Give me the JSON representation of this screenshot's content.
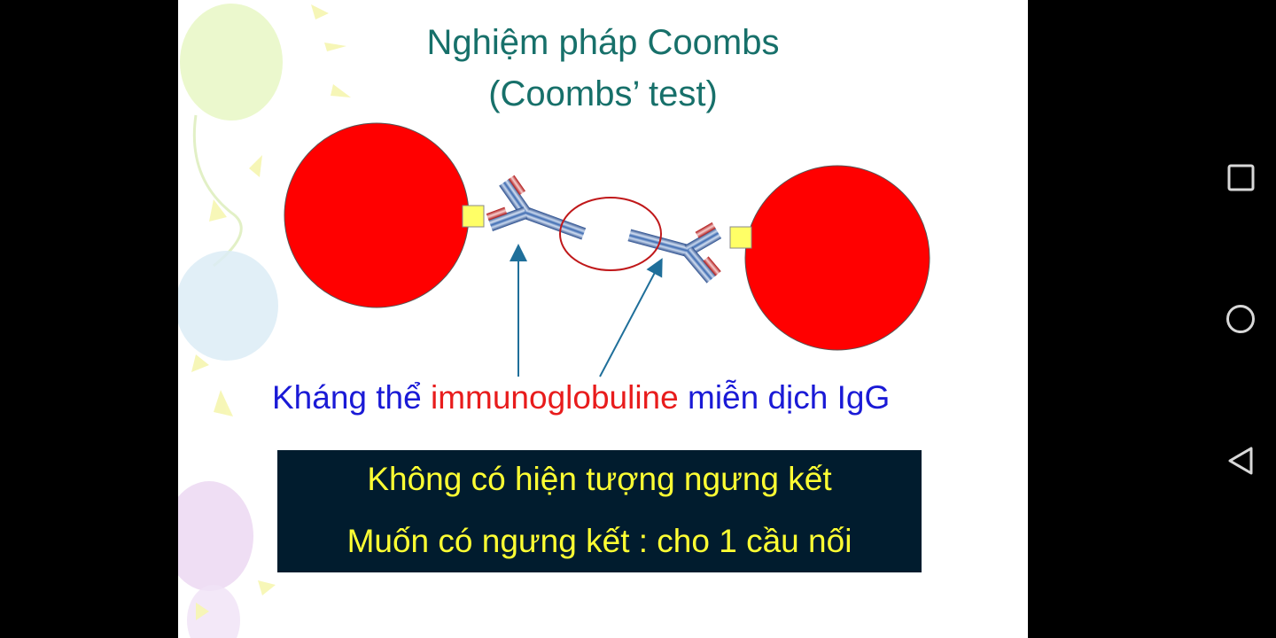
{
  "slide": {
    "title_line1": "Nghiệm pháp Coombs",
    "title_line2": "(Coombs’ test)",
    "caption_part1": "Kháng thể ",
    "caption_part2": "immunoglobuline",
    "caption_part3": " miễn dịch IgG",
    "box_line1": "Không có hiện tượng ngưng kết",
    "box_line2": "Muốn có ngưng kết : cho 1 cầu nối"
  },
  "colors": {
    "title": "#17706a",
    "caption_blue": "#1a1ad6",
    "caption_red": "#e81c1c",
    "cell_red": "#ff0000",
    "antigen_yellow": "#ffff66",
    "box_bg": "#011c2e",
    "box_text": "#ffff33",
    "arrow": "#1f6f9a"
  },
  "nav": {
    "recents_icon": "square-icon",
    "home_icon": "circle-icon",
    "back_icon": "triangle-back-icon"
  }
}
